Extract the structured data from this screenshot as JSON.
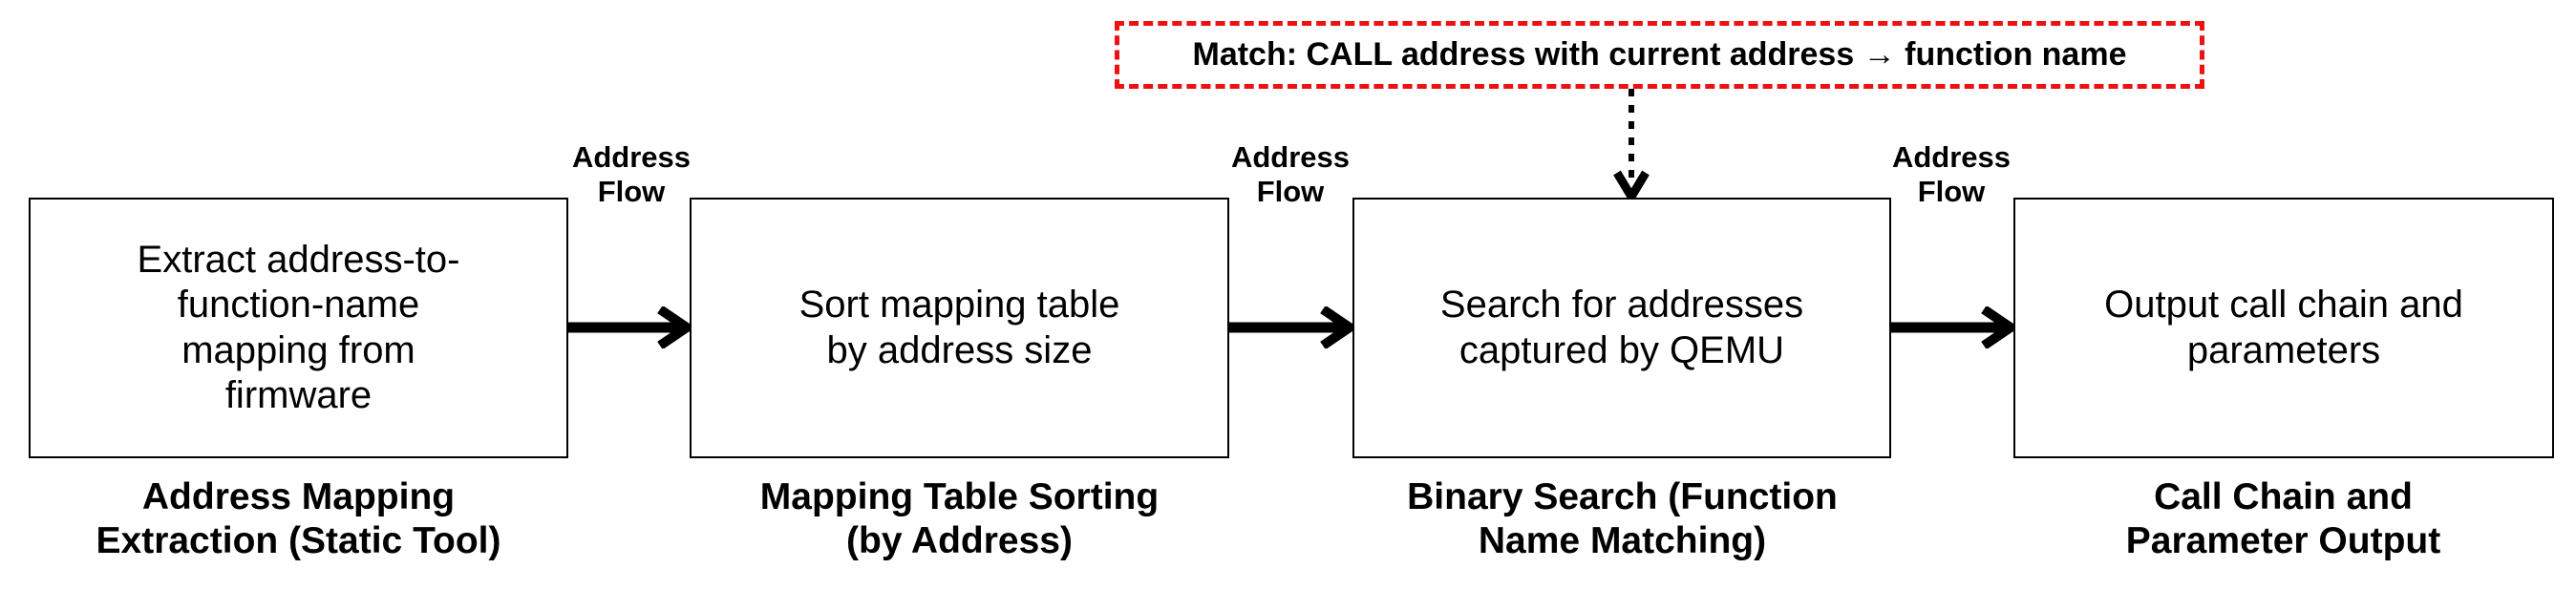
{
  "diagram": {
    "type": "flowchart",
    "orientation": "left-to-right",
    "title": "",
    "background_color": "#ffffff",
    "accent_color": "#ee1111",
    "line_color": "#000000",
    "stages": [
      {
        "id": "stage-1",
        "box_text": "Extract address-to-\nfunction-name\nmapping from\nfirmware",
        "caption": "Address Mapping\nExtraction (Static Tool)"
      },
      {
        "id": "stage-2",
        "box_text": "Sort mapping table\nby address size",
        "caption": "Mapping Table Sorting\n(by Address)"
      },
      {
        "id": "stage-3",
        "box_text": "Search for addresses\ncaptured by QEMU",
        "caption": "Binary Search (Function\nName Matching)"
      },
      {
        "id": "stage-4",
        "box_text": "Output call chain and\nparameters",
        "caption": "Call Chain and\nParameter Output"
      }
    ],
    "connectors": [
      {
        "id": "connector-1",
        "label": "Address\nFlow"
      },
      {
        "id": "connector-2",
        "label": "Address\nFlow"
      },
      {
        "id": "connector-3",
        "label": "Address\nFlow"
      }
    ],
    "annotation": {
      "id": "match-annotation",
      "text": "Match: CALL address with current address → function name",
      "border_color": "#ee1111",
      "border_style": "dashed",
      "points_to": "stage-3"
    }
  }
}
